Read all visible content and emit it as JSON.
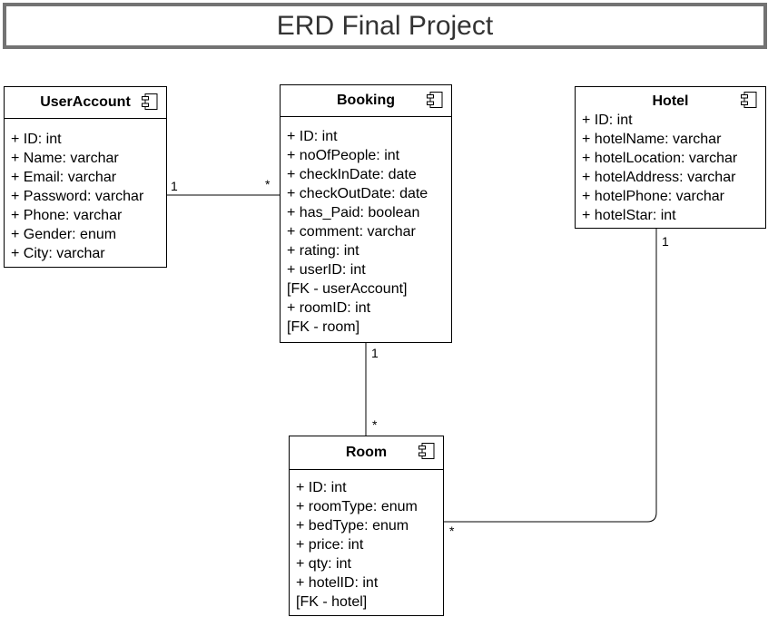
{
  "title": "ERD Final Project",
  "entities": {
    "useraccount": {
      "name": "UserAccount",
      "attributes": [
        "+ ID: int",
        "+ Name: varchar",
        "+ Email: varchar",
        "+ Password: varchar",
        "+ Phone: varchar",
        "+ Gender: enum",
        "+ City: varchar"
      ]
    },
    "booking": {
      "name": "Booking",
      "attributes": [
        "+ ID: int",
        "+ noOfPeople: int",
        "+ checkInDate: date",
        "+ checkOutDate: date",
        "+ has_Paid: boolean",
        "+ comment: varchar",
        "+ rating: int",
        "+ userID: int",
        "[FK - userAccount]",
        "+ roomID: int",
        "[FK - room]"
      ]
    },
    "hotel": {
      "name": "Hotel",
      "attributes": [
        "+ ID: int",
        "+ hotelName: varchar",
        "+ hotelLocation: varchar",
        "+ hotelAddress: varchar",
        "+ hotelPhone: varchar",
        "+ hotelStar: int"
      ]
    },
    "room": {
      "name": "Room",
      "attributes": [
        "+ ID: int",
        "+ roomType: enum",
        "+ bedType: enum",
        "+ price: int",
        "+ qty: int",
        "+ hotelID: int",
        "[FK - hotel]"
      ]
    }
  },
  "relationships": {
    "user_booking": {
      "from_mult": "1",
      "to_mult": "*"
    },
    "booking_room": {
      "from_mult": "1",
      "to_mult": "*"
    },
    "hotel_room": {
      "from_mult": "1",
      "to_mult": "*"
    }
  }
}
